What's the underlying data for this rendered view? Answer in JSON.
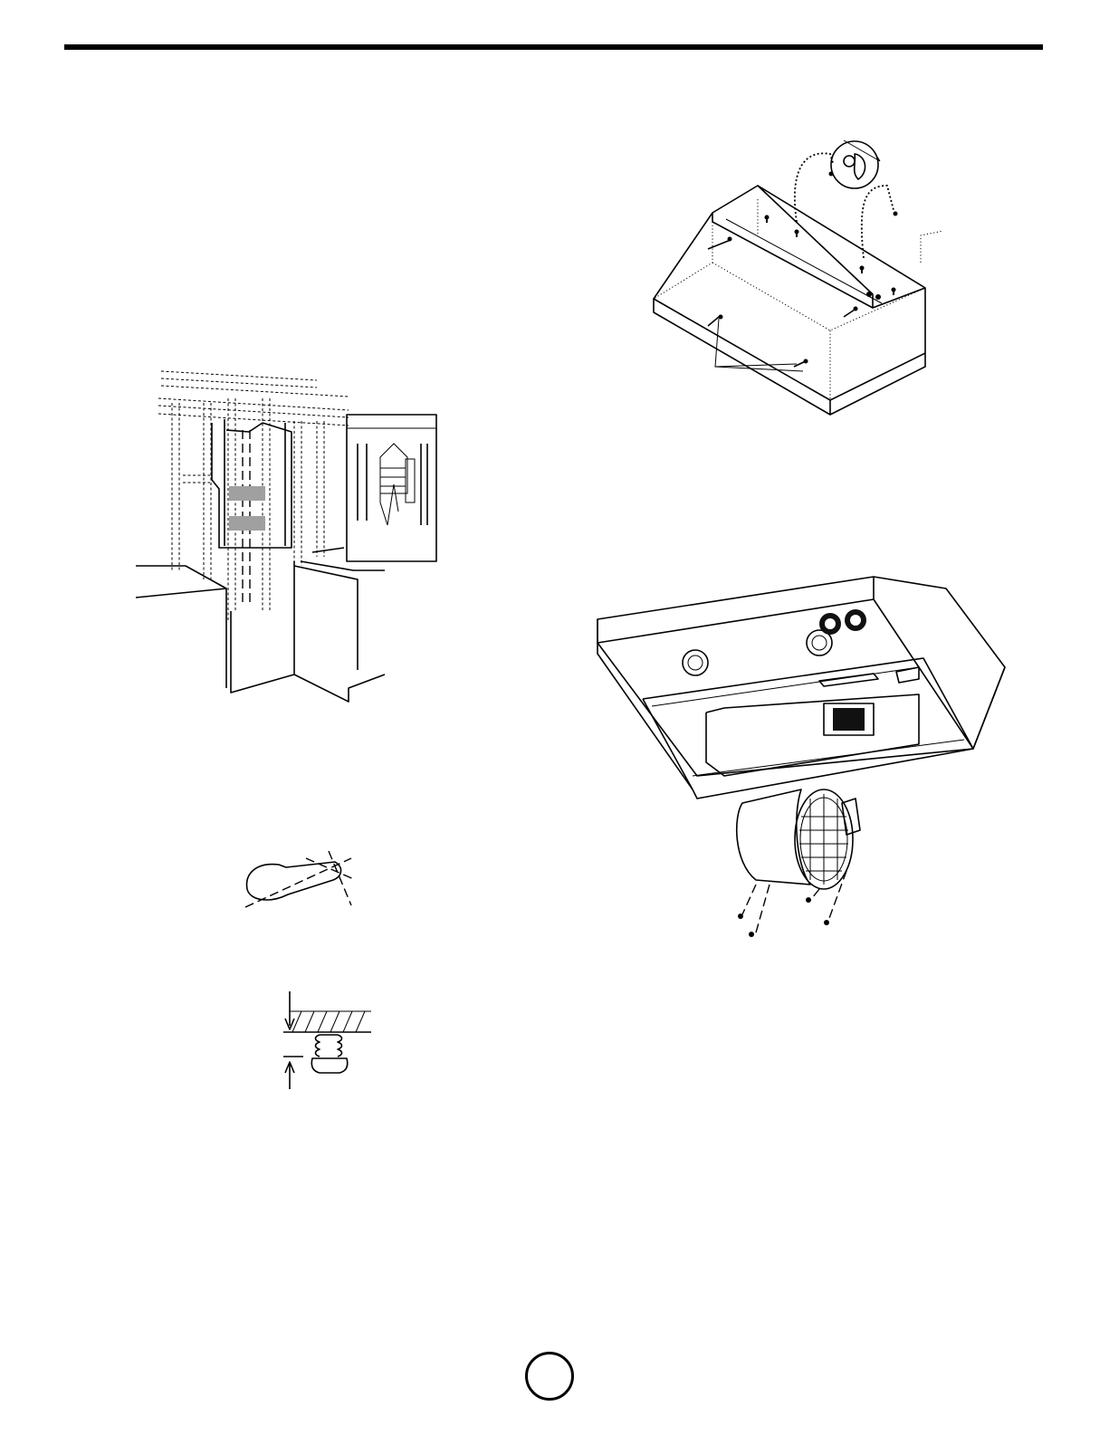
{
  "document": {
    "page_number": "",
    "header_rule": true
  },
  "figures": [
    {
      "id": "cabinet-framing",
      "icon": "cabinet-framing-diagram"
    },
    {
      "id": "hood-top-screws",
      "icon": "hood-keyhole-screws-diagram"
    },
    {
      "id": "hood-blower-removal",
      "icon": "hood-blower-assembly-diagram"
    },
    {
      "id": "keyhole-slot",
      "icon": "keyhole-slot-diagram"
    },
    {
      "id": "screw-gap",
      "icon": "screw-gap-diagram"
    }
  ]
}
